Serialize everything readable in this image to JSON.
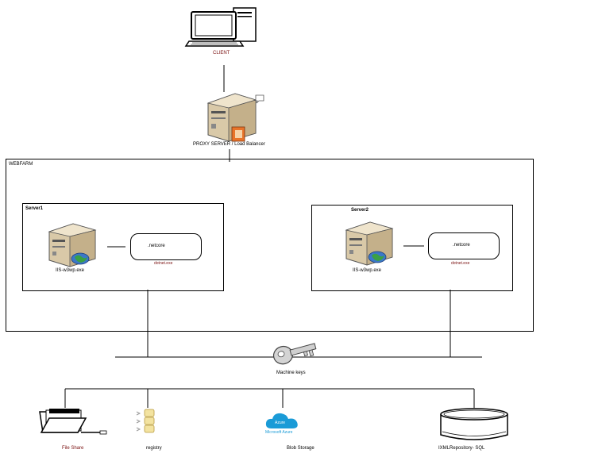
{
  "client": {
    "label": "CLIENT"
  },
  "proxy": {
    "label": "PROXY SERVER / Load Balancer"
  },
  "webfarm": {
    "label": "WEBFARM",
    "server1": {
      "title": "Server1",
      "iis_label": "IIS-w3wp.exe",
      "netcore_label": ".netcore",
      "dotnet_label": "dotnet.exe"
    },
    "server2": {
      "title": "Server2",
      "iis_label": "IIS-w3wp.exe",
      "netcore_label": ".netcore",
      "dotnet_label": "dotnet.exe"
    }
  },
  "machine_keys": {
    "label": "Machine keys"
  },
  "storage": {
    "file_share": "File Share",
    "registry": "registry",
    "blob_storage": "Blob Storage",
    "blob_logo_top": "Azure",
    "blob_logo_bottom": "Microsoft Azure",
    "sql": "IXMLRepository- SQL"
  },
  "colors": {
    "label_red": "#7a1010",
    "server_body": "#d9c9a8",
    "azure_blue": "#1a9bd7",
    "globe_blue": "#3c78c8",
    "globe_green": "#3aa046"
  }
}
